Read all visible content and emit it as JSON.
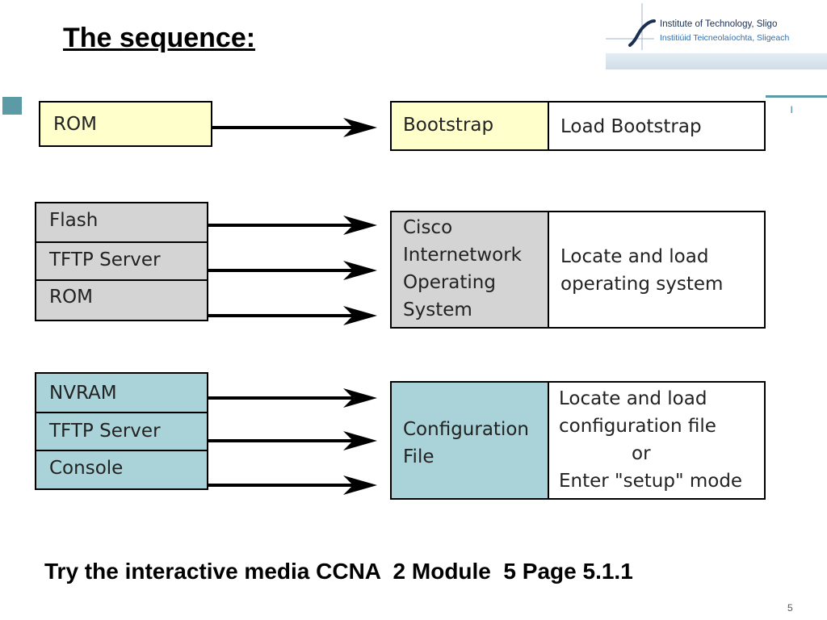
{
  "title": "The sequence:",
  "logo": {
    "line1": "Institute of Technology, Sligo",
    "line2": "Institiúid Teicneolaíochta, Sligeach"
  },
  "colors": {
    "rom_yellow": "#ffffcc",
    "ios_grey": "#d4d4d4",
    "config_teal": "#a9d3d8",
    "accent": "#5c9aa6"
  },
  "rows": [
    {
      "sources": [
        "ROM"
      ],
      "target": [
        "Bootstrap"
      ],
      "description": [
        "Load Bootstrap"
      ]
    },
    {
      "sources": [
        "Flash",
        "TFTP Server",
        "ROM"
      ],
      "target": [
        "Cisco",
        "Internetwork",
        "Operating",
        "System"
      ],
      "description": [
        "Locate and load",
        "operating system"
      ]
    },
    {
      "sources": [
        "NVRAM",
        "TFTP Server",
        "Console"
      ],
      "target": [
        "Configuration",
        "File"
      ],
      "description": [
        "Locate and load",
        "configuration file",
        "or",
        "Enter \"setup\" mode"
      ]
    }
  ],
  "footer": "Try the interactive media CCNA  2 Module  5 Page 5.1.1",
  "page_number": "5"
}
